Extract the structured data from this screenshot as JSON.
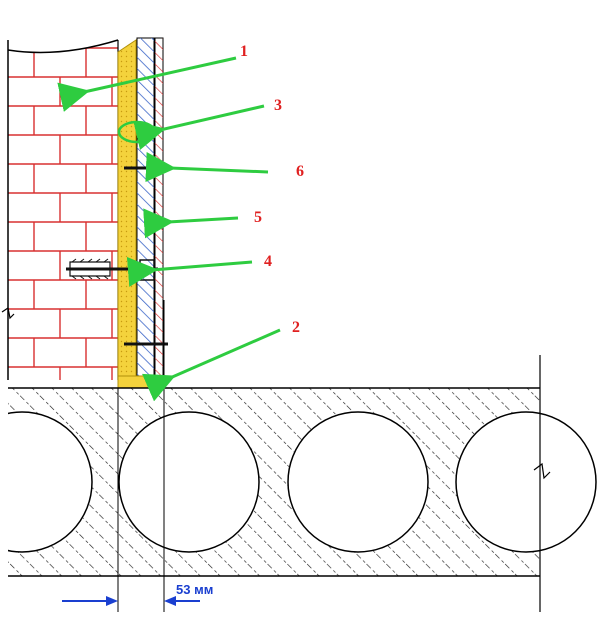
{
  "callouts": [
    {
      "id": "1",
      "text": "1"
    },
    {
      "id": "3",
      "text": "3"
    },
    {
      "id": "6",
      "text": "6"
    },
    {
      "id": "5",
      "text": "5"
    },
    {
      "id": "4",
      "text": "4"
    },
    {
      "id": "2",
      "text": "2"
    }
  ],
  "dimension": {
    "label": "53 мм"
  },
  "colors": {
    "brick": "#d83030",
    "insulation": "#f4d23c",
    "cladding_hatch": "#3b66c8",
    "arrow": "#2ecc40",
    "callout_text": "#e02020",
    "dimension": "#1a3fd0",
    "slab_hatch": "#222222"
  }
}
